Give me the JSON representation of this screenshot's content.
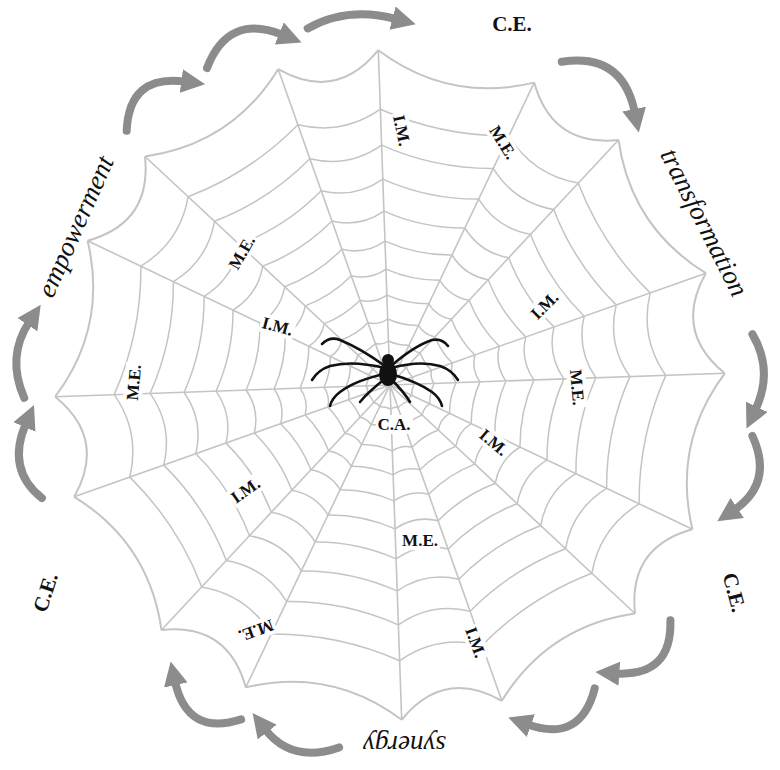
{
  "diagram": {
    "labels": [
      "C.E.",
      "empowerment",
      "transformation",
      "I.M.",
      "M.E.",
      "M.E.",
      "I.M.",
      "I.M.",
      "M.E.",
      "M.E.",
      "C.A.",
      "I.M.",
      "I.M.",
      "M.E.",
      "C.E.",
      "C.E.",
      "M.E.",
      "I.M.",
      "synergy"
    ]
  }
}
